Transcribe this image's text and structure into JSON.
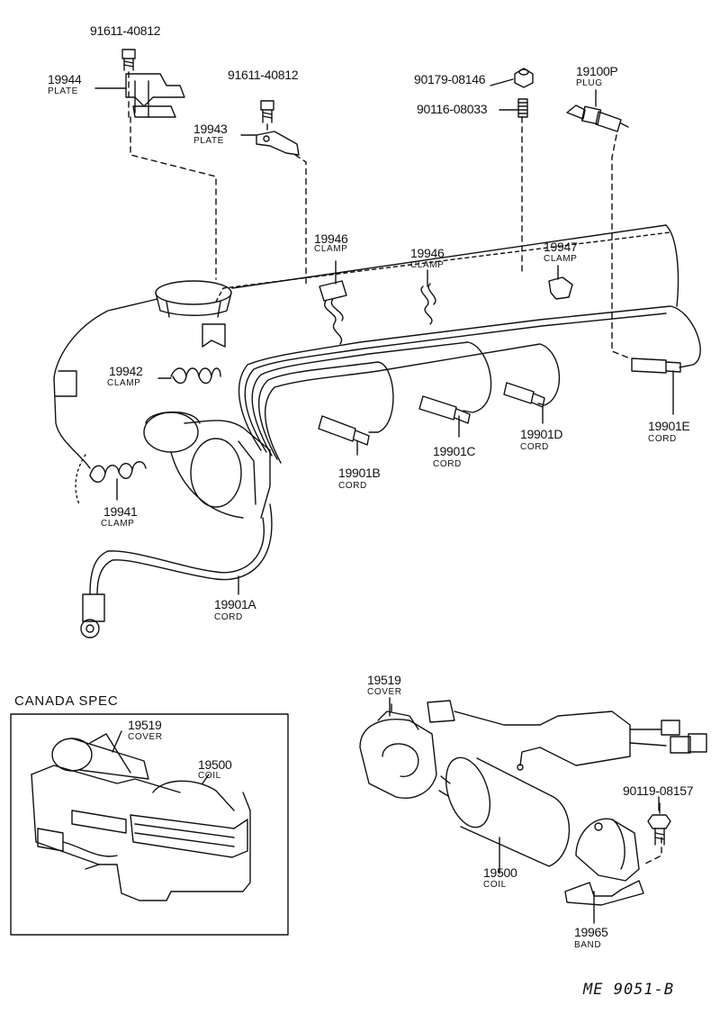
{
  "diagram_id": "ME 9051-B",
  "section": {
    "title": "CANADA SPEC"
  },
  "parts": [
    {
      "key": "p91611a",
      "number": "91611-40812",
      "name": ""
    },
    {
      "key": "p19944",
      "number": "19944",
      "name": "PLATE"
    },
    {
      "key": "p91611b",
      "number": "91611-40812",
      "name": ""
    },
    {
      "key": "p19943",
      "number": "19943",
      "name": "PLATE"
    },
    {
      "key": "p90179",
      "number": "90179-08146",
      "name": ""
    },
    {
      "key": "p90116",
      "number": "90116-08033",
      "name": ""
    },
    {
      "key": "p19100",
      "number": "19100P",
      "name": "PLUG"
    },
    {
      "key": "p19946a",
      "number": "19946",
      "name": "CLAMP"
    },
    {
      "key": "p19946b",
      "number": "19946",
      "name": "CLAMP"
    },
    {
      "key": "p19947",
      "number": "19947",
      "name": "CLAMP"
    },
    {
      "key": "p19942",
      "number": "19942",
      "name": "CLAMP"
    },
    {
      "key": "p19941",
      "number": "19941",
      "name": "CLAMP"
    },
    {
      "key": "p19901B",
      "number": "19901B",
      "name": "CORD"
    },
    {
      "key": "p19901C",
      "number": "19901C",
      "name": "CORD"
    },
    {
      "key": "p19901D",
      "number": "19901D",
      "name": "CORD"
    },
    {
      "key": "p19901E",
      "number": "19901E",
      "name": "CORD"
    },
    {
      "key": "p19901A",
      "number": "19901A",
      "name": "CORD"
    },
    {
      "key": "p19519a",
      "number": "19519",
      "name": "COVER"
    },
    {
      "key": "p19500a",
      "number": "19500",
      "name": "COIL"
    },
    {
      "key": "p19519b",
      "number": "19519",
      "name": "COVER"
    },
    {
      "key": "p90119",
      "number": "90119-08157",
      "name": ""
    },
    {
      "key": "p19500b",
      "number": "19500",
      "name": "COIL"
    },
    {
      "key": "p19965",
      "number": "19965",
      "name": "BAND"
    }
  ]
}
